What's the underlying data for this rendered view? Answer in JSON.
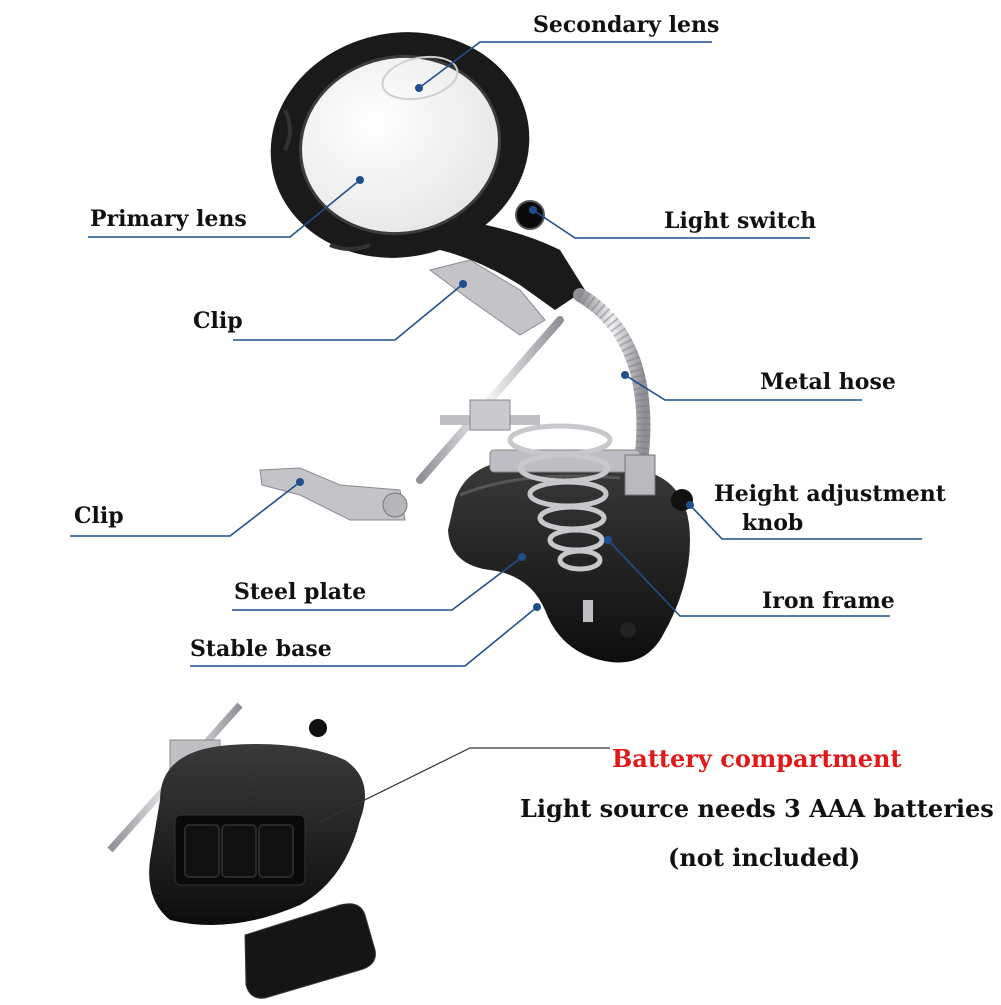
{
  "labels": {
    "secondary_lens": "Secondary lens",
    "primary_lens": "Primary lens",
    "light_switch": "Light switch",
    "clip_upper": "Clip",
    "metal_hose": "Metal hose",
    "clip_lower": "Clip",
    "height_adjustment_line1": "Height adjustment",
    "height_adjustment_line2": "knob",
    "steel_plate": "Steel plate",
    "iron_frame": "Iron frame",
    "stable_base": "Stable base"
  },
  "battery_note": {
    "title": "Battery compartment",
    "line1": "Light source needs 3 AAA batteries",
    "line2": "(not included)"
  },
  "colors": {
    "leader": "#1f4e8c",
    "dot": "#1f4e8c",
    "title_red": "#e11919",
    "text": "#111111",
    "plastic": "#1a1a1a",
    "metal": "#c8c8cc",
    "lens": "#f4f4f4"
  }
}
